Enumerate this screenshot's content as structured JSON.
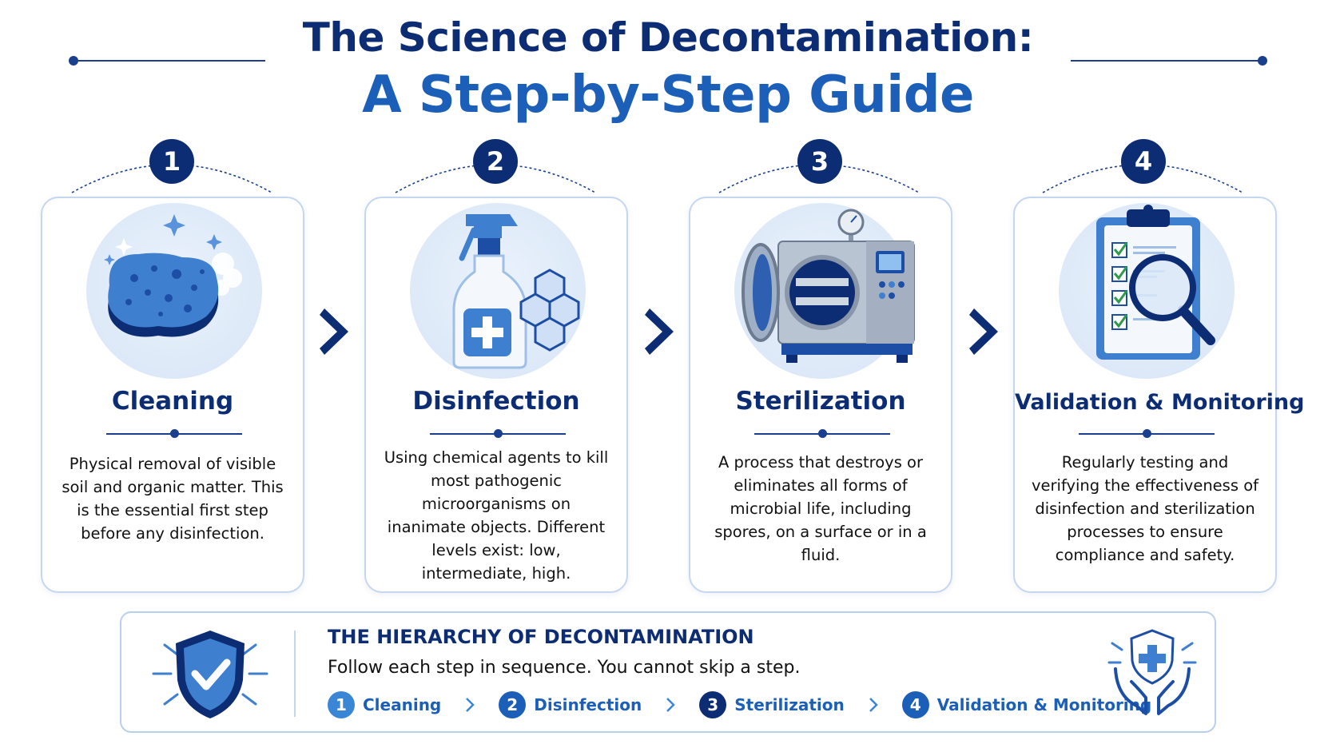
{
  "header": {
    "title": "The Science of Decontamination:",
    "subtitle": "A Step-by-Step Guide"
  },
  "steps": [
    {
      "number": "1",
      "title": "Cleaning",
      "description": "Physical removal of visible soil and organic matter. This is the essential first step before any disinfection.",
      "icon": "sponge-icon"
    },
    {
      "number": "2",
      "title": "Disinfection",
      "description": "Using chemical agents to kill most pathogenic microorganisms on inanimate objects. Different levels exist: low, intermediate, high.",
      "icon": "spray-bottle-icon"
    },
    {
      "number": "3",
      "title": "Sterilization",
      "description": "A process that destroys or eliminates all forms of microbial life, including spores, on a surface or in a fluid.",
      "icon": "autoclave-icon"
    },
    {
      "number": "4",
      "title": "Validation & Monitoring",
      "description": "Regularly testing and verifying the effectiveness of disinfection and sterilization processes to ensure compliance and safety.",
      "icon": "clipboard-magnifier-icon"
    }
  ],
  "hierarchy": {
    "heading": "THE HIERARCHY OF DECONTAMINATION",
    "subtext": "Follow each step in sequence. You cannot skip a step.",
    "steps": [
      {
        "number": "1",
        "label": "Cleaning"
      },
      {
        "number": "2",
        "label": "Disinfection"
      },
      {
        "number": "3",
        "label": "Sterilization"
      },
      {
        "number": "4",
        "label": "Validation & Monitoring"
      }
    ]
  },
  "colors": {
    "navy": "#0c2c74",
    "blue": "#1c5fb8",
    "light_blue": "#3a86d6",
    "card_border": "#c5d7f0"
  }
}
